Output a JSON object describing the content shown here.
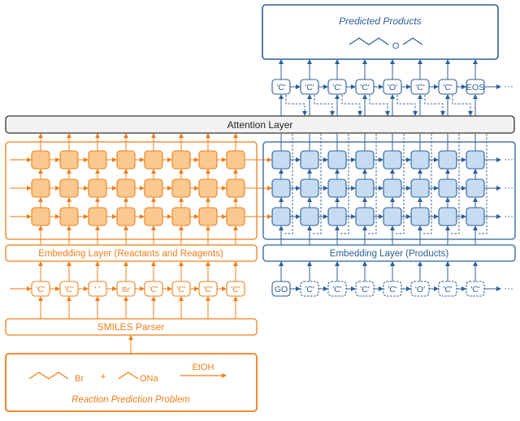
{
  "colors": {
    "orange": "#f07d1a",
    "orange_fill": "#fbc98f",
    "blue": "#2d5f99",
    "blue_fill": "#c5dcf3",
    "dark": "#333333",
    "gray_fill": "#f2f2f2"
  },
  "output_box": {
    "title": "Predicted Products",
    "oxygen": "O"
  },
  "attention_layer": {
    "label": "Attention Layer"
  },
  "encoder": {
    "embedding_label": "Embedding Layer (Reactants and Reagents)",
    "input_tokens": [
      "'C'",
      "'C'",
      "'.'",
      "'Br'",
      "'C'",
      "'C'",
      "'C'",
      "'C'"
    ],
    "ellipsis": "···"
  },
  "decoder": {
    "embedding_label": "Embedding Layer (Products)",
    "input_tokens": [
      "GO",
      "'C'",
      "'C'",
      "'C'",
      "'C'",
      "'O'",
      "'C'",
      "'C'"
    ],
    "output_tokens": [
      "'C'",
      "'C'",
      "'C'",
      "'C'",
      "'O'",
      "'C'",
      "'C'",
      "EOS"
    ],
    "ellipsis": "···"
  },
  "parser": {
    "label": "SMILES Parser"
  },
  "reaction_box": {
    "title": "Reaction Prediction Problem",
    "reactant1_atom": "Br",
    "plus": "+",
    "reactant2_group": "ONa",
    "reagent": "EtOH"
  }
}
